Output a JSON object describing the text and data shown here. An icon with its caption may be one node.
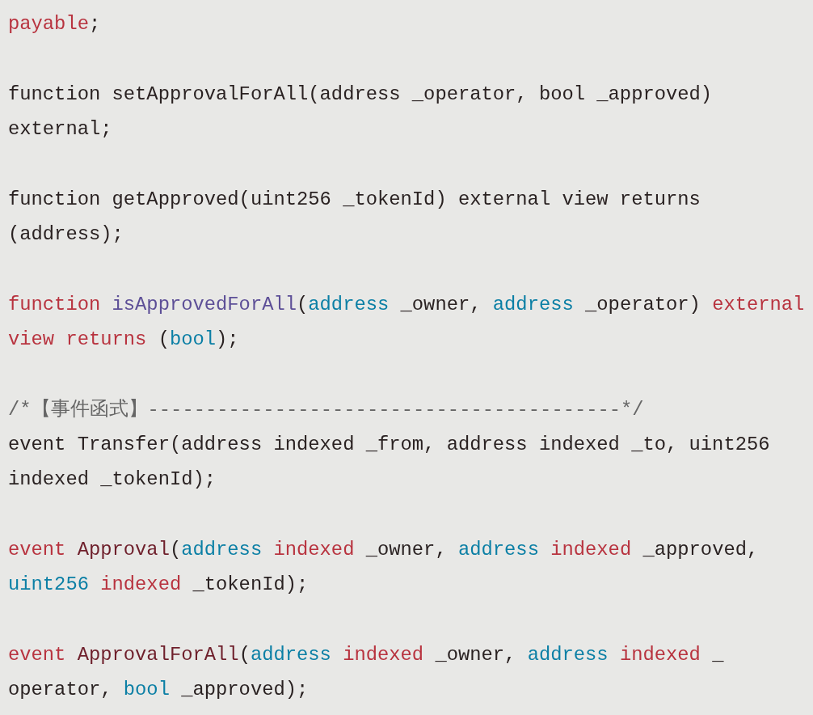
{
  "diagram": {
    "labels": [
      "payable;",
      "function setApprovalForAll(address _operator, bool _approved) external;",
      "function getApproved(uint256 _tokenId) external view returns (address);",
      "function isApprovedForAll(address _owner, address _operator) external view returns (bool);",
      "/*【事件函式】-----------------------------------------*/",
      "event Transfer(address indexed _from, address indexed _to, uint256 indexed _tokenId);",
      "event Approval(address indexed _owner, address indexed _approved, uint256 indexed _tokenId);",
      "event ApprovalForAll(address indexed _owner, address indexed _operator, bool _approved);"
    ]
  }
}
